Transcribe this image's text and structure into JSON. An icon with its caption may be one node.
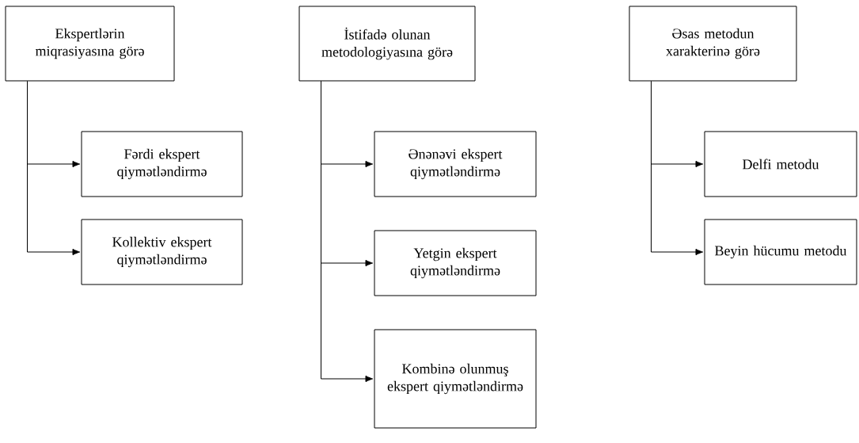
{
  "diagram": {
    "nodes": [
      {
        "text": [
          "Ekspertlərin miqrasiyasına görə"
        ]
      },
      {
        "text": [
          "Fərdi ekspert qiymətləndirmə"
        ]
      },
      {
        "text": [
          "Kollektiv ekspert qiymətləndirmə"
        ]
      },
      {
        "text": [
          "İstifadə olunan metodologiyasına görə"
        ]
      },
      {
        "text": [
          "Ənənəvi ekspert qiymətləndirmə"
        ]
      },
      {
        "text": [
          "Yetgin ekspert qiymətləndirmə"
        ]
      },
      {
        "text": [
          "Kombinə olunmuş ekspert qiymətləndirmə"
        ]
      },
      {
        "text": [
          "Əsas metodun xarakterinə görə"
        ]
      },
      {
        "text": [
          "Delfi metodu"
        ]
      },
      {
        "text": [
          "Beyin hücumu metodu"
        ]
      }
    ],
    "edges": [
      {
        "from": 0,
        "to": 1,
        "arrow": "to"
      },
      {
        "from": 0,
        "to": 2,
        "arrow": "to"
      },
      {
        "from": 3,
        "to": 4,
        "arrow": "to"
      },
      {
        "from": 3,
        "to": 5,
        "arrow": "to"
      },
      {
        "from": 3,
        "to": 6,
        "arrow": "to"
      },
      {
        "from": 7,
        "to": 8,
        "arrow": "to"
      },
      {
        "from": 7,
        "to": 9,
        "arrow": "to"
      }
    ]
  }
}
